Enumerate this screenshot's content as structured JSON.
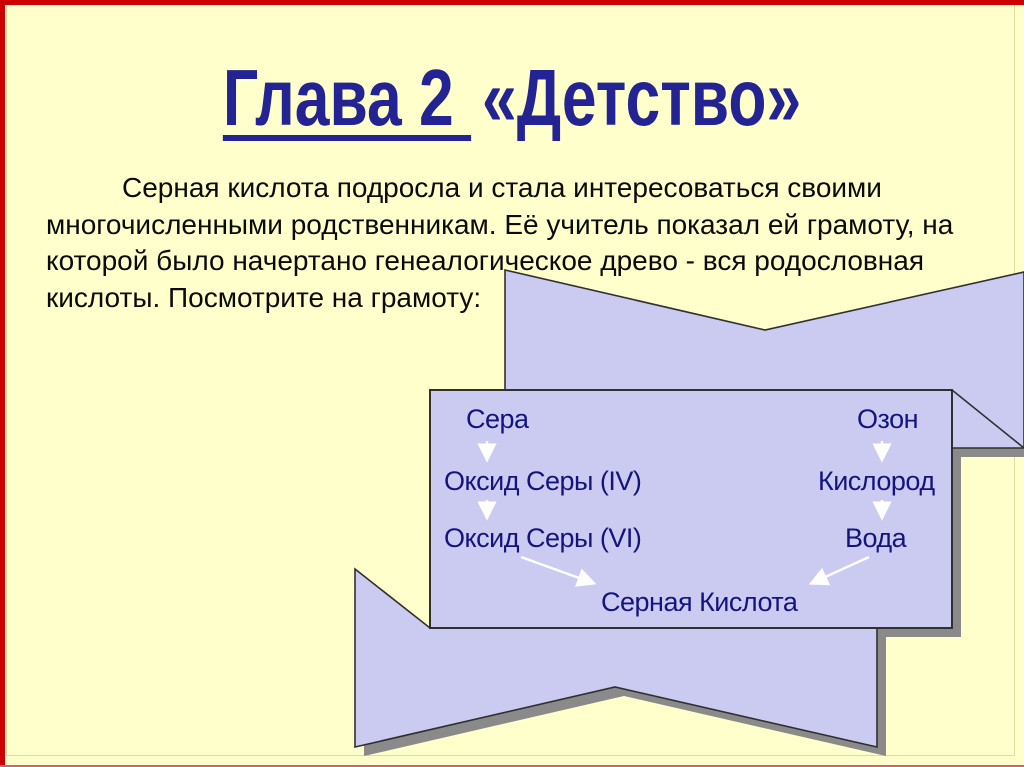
{
  "slide": {
    "title": {
      "underlined": "Глава 2 ",
      "rest": "«Детство»"
    },
    "paragraph_lines": [
      "Серная кислота подросла и стала интересоваться своими",
      "многочисленными родственникам. Её учитель показал ей грамоту, на",
      "которой было начертано генеалогическое древо - вся родословная",
      "кислоты. Посмотрите на грамоту:"
    ],
    "diagram": {
      "left_chain": [
        "Сера",
        "Оксид Серы (IV)",
        "Оксид Серы (VI)"
      ],
      "right_chain": [
        "Озон",
        "Кислород",
        "Вода"
      ],
      "result": "Серная Кислота"
    },
    "colors": {
      "background": "#FFFFCB",
      "frame_red": "#CC0000",
      "banner_lavender": "#CBCBF1",
      "outline_dark": "#303030",
      "shadow_gray": "#8A8A8A",
      "title_navy": "#232394",
      "diagram_navy": "#14147E",
      "body_text": "#0A0A0A",
      "arrow_white": "#FFFFFF"
    }
  }
}
